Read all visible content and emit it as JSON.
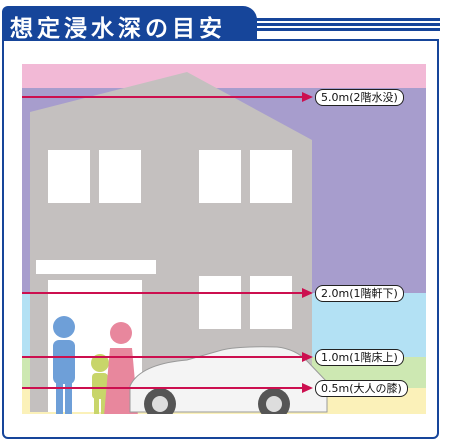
{
  "title": "想定浸水深の目安",
  "depth_levels": [
    {
      "label": "5.0m(2階水没)",
      "depth_m": 5.0
    },
    {
      "label": "2.0m(1階軒下)",
      "depth_m": 2.0
    },
    {
      "label": "1.0m(1階床上)",
      "depth_m": 1.0
    },
    {
      "label": "0.5m(大人の膝)",
      "depth_m": 0.5
    }
  ],
  "zone_colors": {
    "above_5m": "#f2b9d6",
    "from_2m_to_5m": "#a79dcd",
    "from_1m_to_2m": "#b3e1f4",
    "from_0_5m_to_1m": "#cde8b2",
    "below_0_5m": "#fbf1b9"
  },
  "colors": {
    "header_blue": "#16459a",
    "arrow_red": "#cc0f4f",
    "house_gray": "#c4c0bf",
    "window_white": "#ffffff",
    "car_white": "#f4f4f4",
    "person_adult_blue": "#6e9fd8",
    "person_child_green": "#c8d56a",
    "person_adult_pink": "#e8879d"
  }
}
